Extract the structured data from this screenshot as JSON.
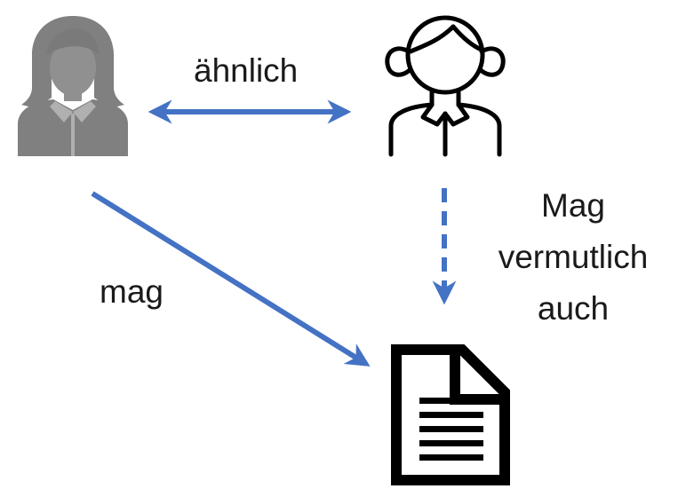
{
  "labels": {
    "similar": "ähnlich",
    "likes": "mag",
    "probably_likes_lines": [
      "Mag",
      "vermutlich",
      "auch"
    ]
  },
  "icons": {
    "person_known": "woman-user-icon",
    "person_target": "girl-user-icon",
    "item": "document-icon"
  },
  "colors": {
    "arrow": "#4472c4",
    "person_known_fill": "#7f7f7f",
    "outline": "#000000"
  }
}
